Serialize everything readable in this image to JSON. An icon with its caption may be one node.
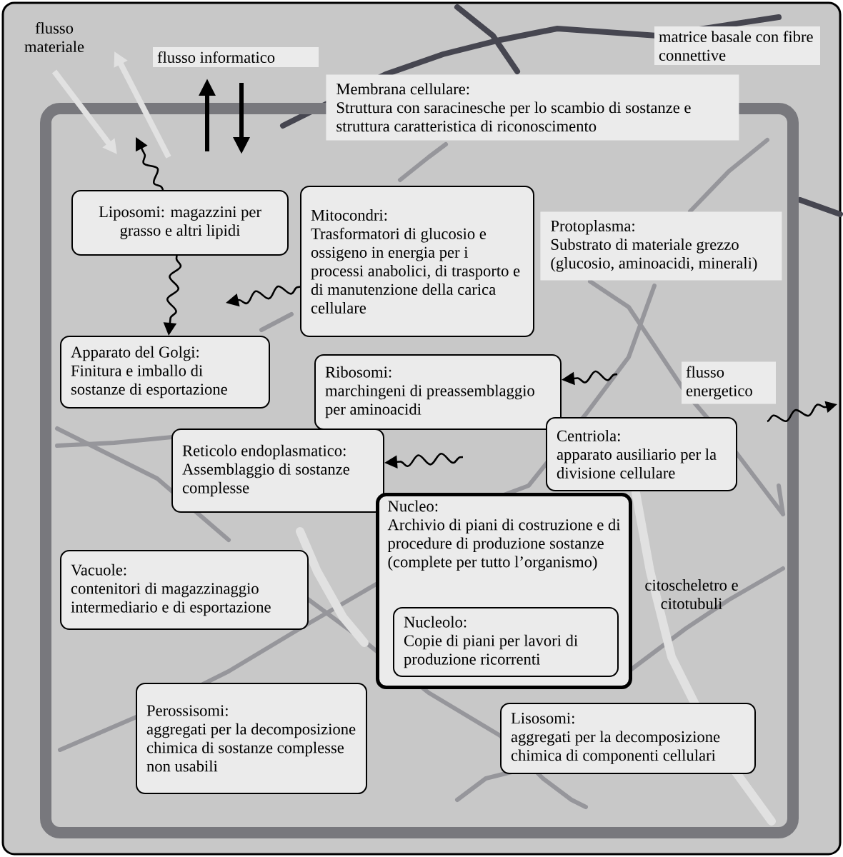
{
  "diagram": {
    "nodes": [
      {
        "text": [
          "Membrana cellulare:",
          "Struttura con saracinesche per lo scambio di sostanze e struttura caratteristica di riconoscimento"
        ]
      },
      {
        "text": [
          "Liposomi: magazzini per grasso e altri lipidi"
        ]
      },
      {
        "text": [
          "Mitocondri:",
          "Trasformatori di glucosio e ossigeno in energia per i processi anabolici, di trasporto e di manutenzione della carica cellulare"
        ]
      },
      {
        "text": [
          "Protoplasma:",
          "Substrato di materiale grezzo (glucosio, aminoacidi, minerali)"
        ]
      },
      {
        "text": [
          "Apparato del Golgi:",
          "Finitura e imballo di sostanze di esportazione"
        ]
      },
      {
        "text": [
          "Ribosomi:",
          "marchingeni di preassemblaggio per aminoacidi"
        ]
      },
      {
        "text": [
          "Reticolo endoplasmatico:",
          "Assemblaggio di sostanze complesse"
        ]
      },
      {
        "text": [
          "Centriola:",
          "apparato ausiliario per la divisione cellulare"
        ]
      },
      {
        "text": [
          "Nucleo:",
          "Archivio di piani di costruzione e di procedure di produzione sostanze (complete per tutto l’organismo)"
        ]
      },
      {
        "text": [
          "Nucleolo:",
          "Copie di piani per lavori di produzione ricorrenti"
        ],
        "in": 8
      },
      {
        "text": [
          "Vacuole:",
          "contenitori di magazzinaggio intermediario e di esportazione"
        ]
      },
      {
        "text": [
          "Perossisomi:",
          "aggregati per la decomposizione chimica di sostanze complesse non usabili"
        ]
      },
      {
        "text": [
          "Lisosomi:",
          "aggregati per la decomposizione chimica di componenti cellulari"
        ]
      }
    ],
    "edges": [
      {
        "from": 1,
        "to": null,
        "arrow": "to"
      },
      {
        "from": 1,
        "to": 4,
        "arrow": "to"
      },
      {
        "from": 2,
        "to": null,
        "arrow": "to"
      },
      {
        "from": null,
        "to": 5,
        "arrow": "to"
      },
      {
        "from": null,
        "to": 6,
        "arrow": "to"
      }
    ],
    "labels": [
      "flusso materiale",
      "flusso informatico",
      "matrice basale con fibre connettive",
      "flusso energetico",
      "citoscheletro e citotubuli"
    ]
  }
}
